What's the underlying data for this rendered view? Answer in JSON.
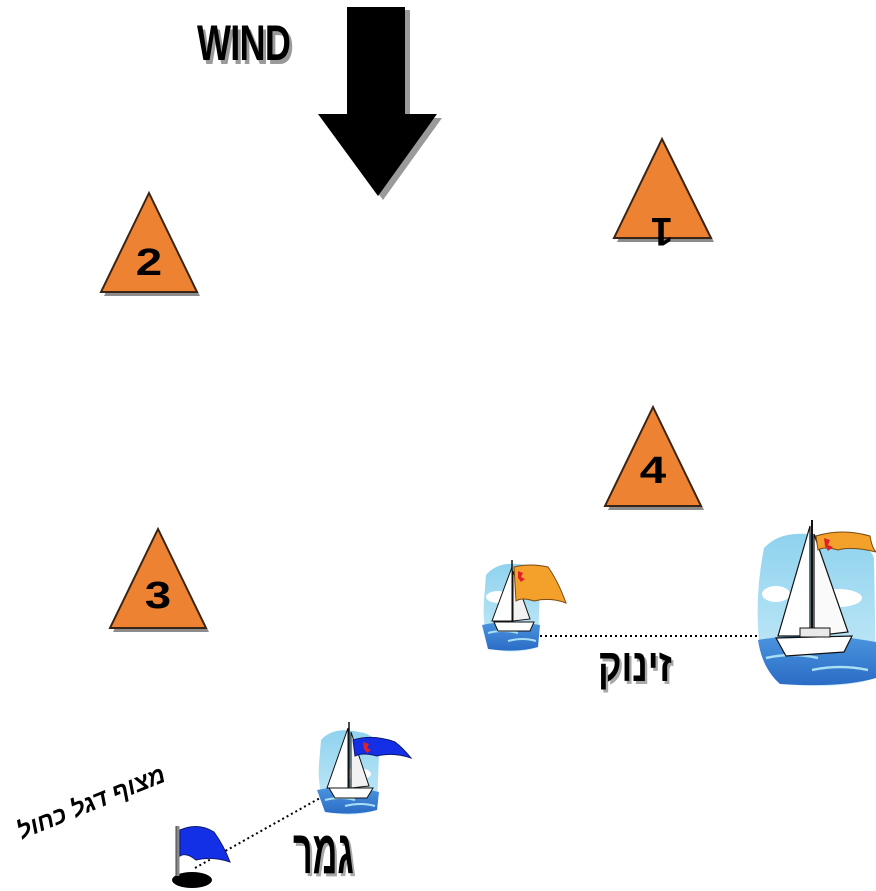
{
  "wind": {
    "label": "WIND"
  },
  "marks": [
    {
      "number": "1",
      "color": "#ee8233"
    },
    {
      "number": "2",
      "color": "#ee8233"
    },
    {
      "number": "3",
      "color": "#ee8233"
    },
    {
      "number": "4",
      "color": "#ee8233"
    }
  ],
  "start_line": {
    "label": "זינוק"
  },
  "finish_line": {
    "label": "גמר",
    "flag_label": "מצוף דגל כחול",
    "flag_color": "#1030e0"
  },
  "colors": {
    "mark_fill": "#ee8233",
    "shadow": "#9a9a9a",
    "sky": "#a9dff2",
    "water": "#3d86d9",
    "start_flag": "#f3a12b",
    "finish_flag": "#1430e6",
    "burgee_emblem": "#e0202a"
  }
}
